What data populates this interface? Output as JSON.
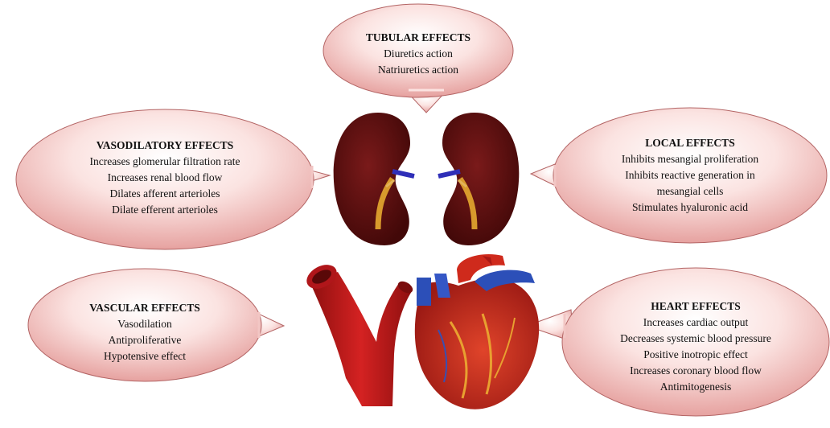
{
  "diagram": {
    "colors": {
      "bubble_fill_light": "#fdecea",
      "bubble_fill_dark": "#e99c9c",
      "bubble_stroke": "#b36464",
      "kidney": "#5a1010",
      "vessel": "#c41a1a",
      "heart_red": "#c8281c",
      "heart_blue": "#2c4fb8",
      "ureter": "#d89a2c"
    },
    "illustrations": [
      {
        "name": "kidneys-illustration"
      },
      {
        "name": "blood-vessel-illustration"
      },
      {
        "name": "heart-illustration"
      }
    ],
    "bubbles": {
      "tubular": {
        "title": "TUBULAR EFFECTS",
        "lines": [
          "Diuretics action",
          "Natriuretics action"
        ]
      },
      "vasodilatory": {
        "title": "VASODILATORY EFFECTS",
        "lines": [
          "Increases glomerular filtration rate",
          "Increases renal blood flow",
          "Dilates afferent arterioles",
          "Dilate efferent arterioles"
        ]
      },
      "local": {
        "title": "LOCAL EFFECTS",
        "lines": [
          "Inhibits mesangial proliferation",
          "Inhibits reactive generation in",
          "mesangial cells",
          "Stimulates hyaluronic acid"
        ]
      },
      "vascular": {
        "title": "VASCULAR EFFECTS",
        "lines": [
          "Vasodilation",
          "Antiproliferative",
          "Hypotensive effect"
        ]
      },
      "heart": {
        "title": "HEART EFFECTS",
        "lines": [
          "Increases cardiac output",
          "Decreases systemic blood pressure",
          "Positive inotropic effect",
          "Increases coronary blood flow",
          "Antimitogenesis"
        ]
      }
    }
  }
}
